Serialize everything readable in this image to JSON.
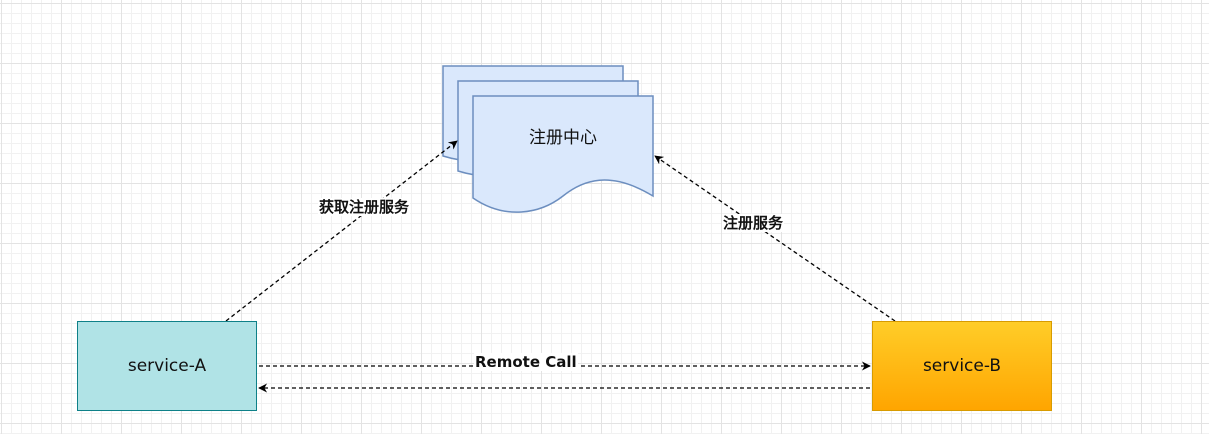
{
  "nodes": {
    "registry": {
      "label": "注册中心",
      "fill": "#dae8fc",
      "stroke": "#6c8ebf"
    },
    "service_a": {
      "label": "service-A",
      "fill": "#b0e3e6",
      "stroke": "#0e8088"
    },
    "service_b": {
      "label": "service-B",
      "fill": "#ffcd28",
      "stroke": "#d79b00"
    }
  },
  "edges": {
    "get_services": {
      "label": "获取注册服务",
      "from": "service-A",
      "to": "注册中心"
    },
    "register": {
      "label": "注册服务",
      "from": "service-B",
      "to": "注册中心"
    },
    "remote_call": {
      "label": "Remote Call",
      "from": "service-A",
      "to": "service-B"
    },
    "return": {
      "label": "",
      "from": "service-B",
      "to": "service-A"
    }
  }
}
